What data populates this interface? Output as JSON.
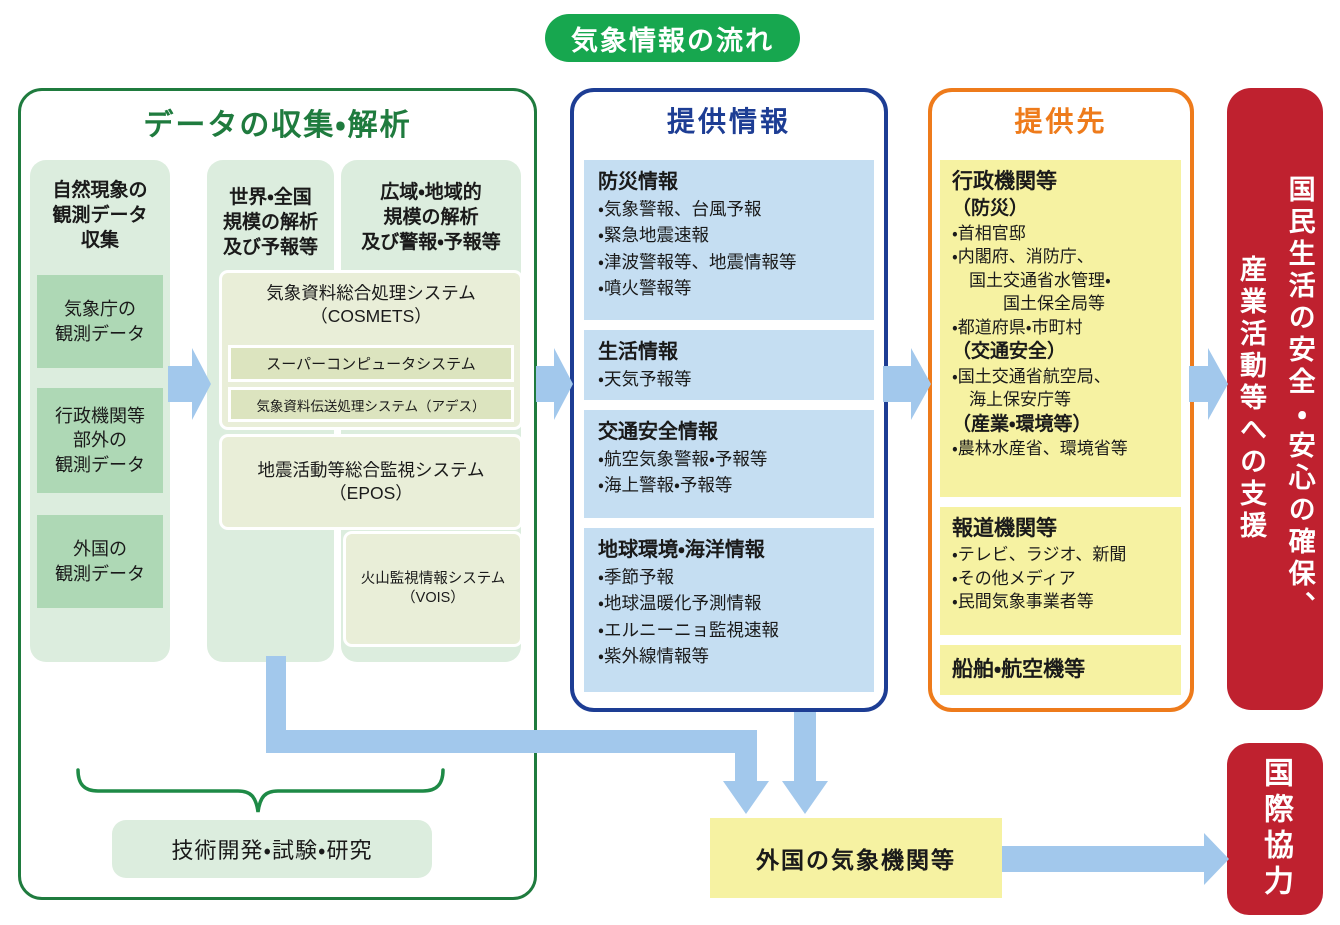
{
  "colors": {
    "badge_green": "#17a74f",
    "section_green": "#1f7b3e",
    "section_blue": "#1d3d94",
    "section_orange": "#ee7b1b",
    "panel_light_green": "#dcedde",
    "box_green": "#aed8b5",
    "box_olive": "#e9eed8",
    "box_olive_inner": "#dce4bf",
    "box_light_blue": "#c5def2",
    "box_yellow": "#f6f2a2",
    "box_red": "#bf212f",
    "arrow_blue": "#a2c8ec"
  },
  "title_badge": "気象情報の流れ",
  "collection": {
    "heading": "データの収集・解析",
    "observation": {
      "header": "自然現象の\n観測データ\n収集",
      "boxes": [
        "気象庁の\n観測データ",
        "行政機関等\n部外の\n観測データ",
        "外国の\n観測データ"
      ]
    },
    "global_col_header": "世界・全国\n規模の解析\n及び予報等",
    "regional_col_header": "広域・地域的\n規模の解析\n及び警報・予報等",
    "systems": {
      "cosmets_title": "気象資料総合処理システム\n（COSMETS）",
      "cosmets_sub1": "スーパーコンピュータシステム",
      "cosmets_sub2": "気象資料伝送処理システム（アデス）",
      "epos": "地震活動等総合監視システム\n（EPOS）",
      "vois": "火山監視情報システム\n（VOIS）"
    },
    "research": "技術開発・試験・研究"
  },
  "provided_info": {
    "heading": "提供情報",
    "boxes": [
      {
        "title": "防災情報",
        "items": [
          "・気象警報、台風予報",
          "・緊急地震速報",
          "・津波警報等、地震情報等",
          "・噴火警報等"
        ]
      },
      {
        "title": "生活情報",
        "items": [
          "・天気予報等"
        ]
      },
      {
        "title": "交通安全情報",
        "items": [
          "・航空気象警報・予報等",
          "・海上警報・予報等"
        ]
      },
      {
        "title": "地球環境・海洋情報",
        "items": [
          "・季節予報",
          "・地球温暖化予測情報",
          "・エルニーニョ監視速報",
          "・紫外線情報等"
        ]
      }
    ]
  },
  "recipients": {
    "heading": "提供先",
    "government": {
      "title": "行政機関等",
      "groups": [
        {
          "label": "（防災）",
          "items": [
            "・首相官邸",
            "・内閣府、消防庁、\n　国土交通省水管理・\n　　　国土保全局等",
            "・都道府県・市町村"
          ]
        },
        {
          "label": "（交通安全）",
          "items": [
            "・国土交通省航空局、\n　海上保安庁等"
          ]
        },
        {
          "label": "（産業・環境等）",
          "items": [
            "・農林水産省、環境省等"
          ]
        }
      ]
    },
    "media": {
      "title": "報道機関等",
      "items": [
        "・テレビ、ラジオ、新聞",
        "・その他メディア",
        "・民間気象事業者等"
      ]
    },
    "ships": {
      "title": "船舶・航空機等"
    }
  },
  "outcome": "国民生活の安全・安心の確保、\n産業活動等への支援",
  "foreign_org": "外国の気象機関等",
  "intl_coop": "国際協力"
}
